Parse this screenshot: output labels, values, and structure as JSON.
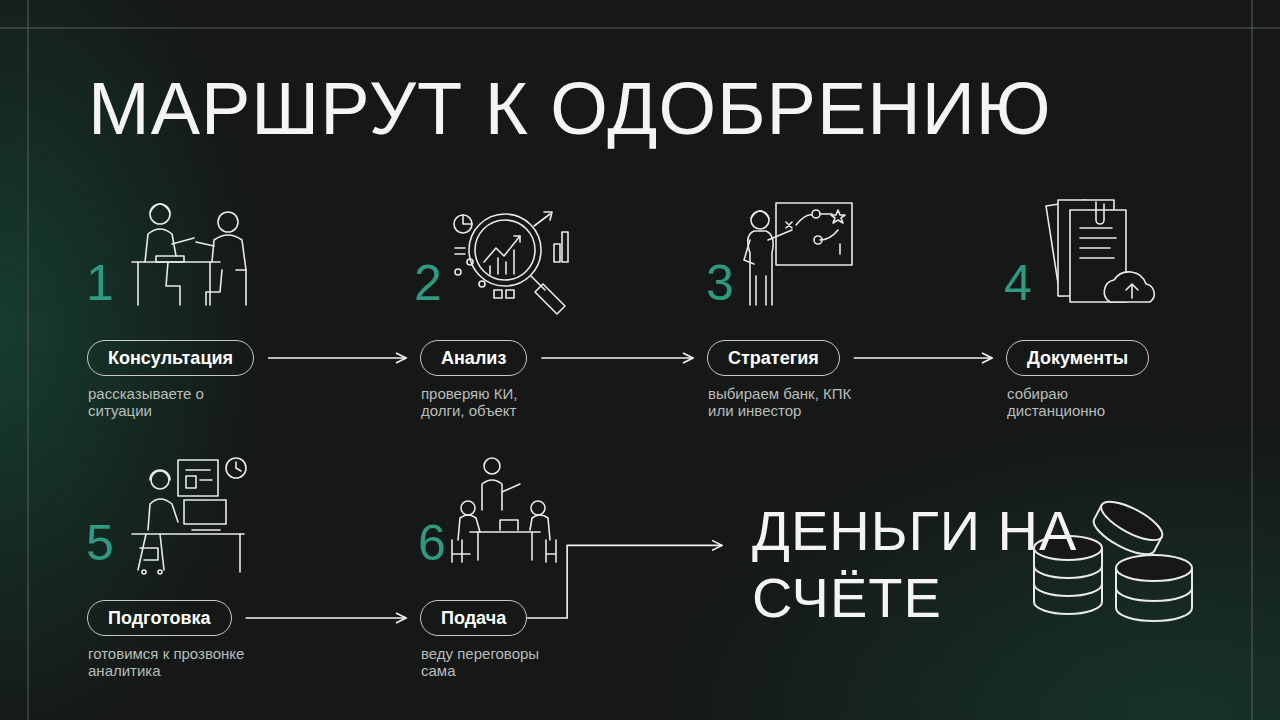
{
  "diagram": {
    "title": "МАРШРУТ К ОДОБРЕНИЮ",
    "nodes": [
      {
        "text": [
          "Консультация",
          "рассказываете о ситуации"
        ]
      },
      {
        "text": [
          "Анализ",
          "проверяю КИ, долги, объект"
        ]
      },
      {
        "text": [
          "Стратегия",
          "выбираем банк, КПК или инвестор"
        ]
      },
      {
        "text": [
          "Документы",
          "собираю дистанционно"
        ]
      },
      {
        "text": [
          "Подготовка",
          "готовимся к прозвонке аналитика"
        ]
      },
      {
        "text": [
          "Подача",
          "веду переговоры сама"
        ]
      },
      {
        "text": [
          "ДЕНЬГИ НА СЧЁТЕ"
        ]
      }
    ],
    "edges": [
      {
        "from": 0,
        "to": 1,
        "arrow": "to"
      },
      {
        "from": 1,
        "to": 2,
        "arrow": "to"
      },
      {
        "from": 2,
        "to": 3,
        "arrow": "to"
      },
      {
        "from": 4,
        "to": 5,
        "arrow": "to"
      },
      {
        "from": 5,
        "to": 6,
        "arrow": "to"
      }
    ],
    "labels": [
      "1",
      "2",
      "3",
      "4",
      "5",
      "6"
    ]
  }
}
